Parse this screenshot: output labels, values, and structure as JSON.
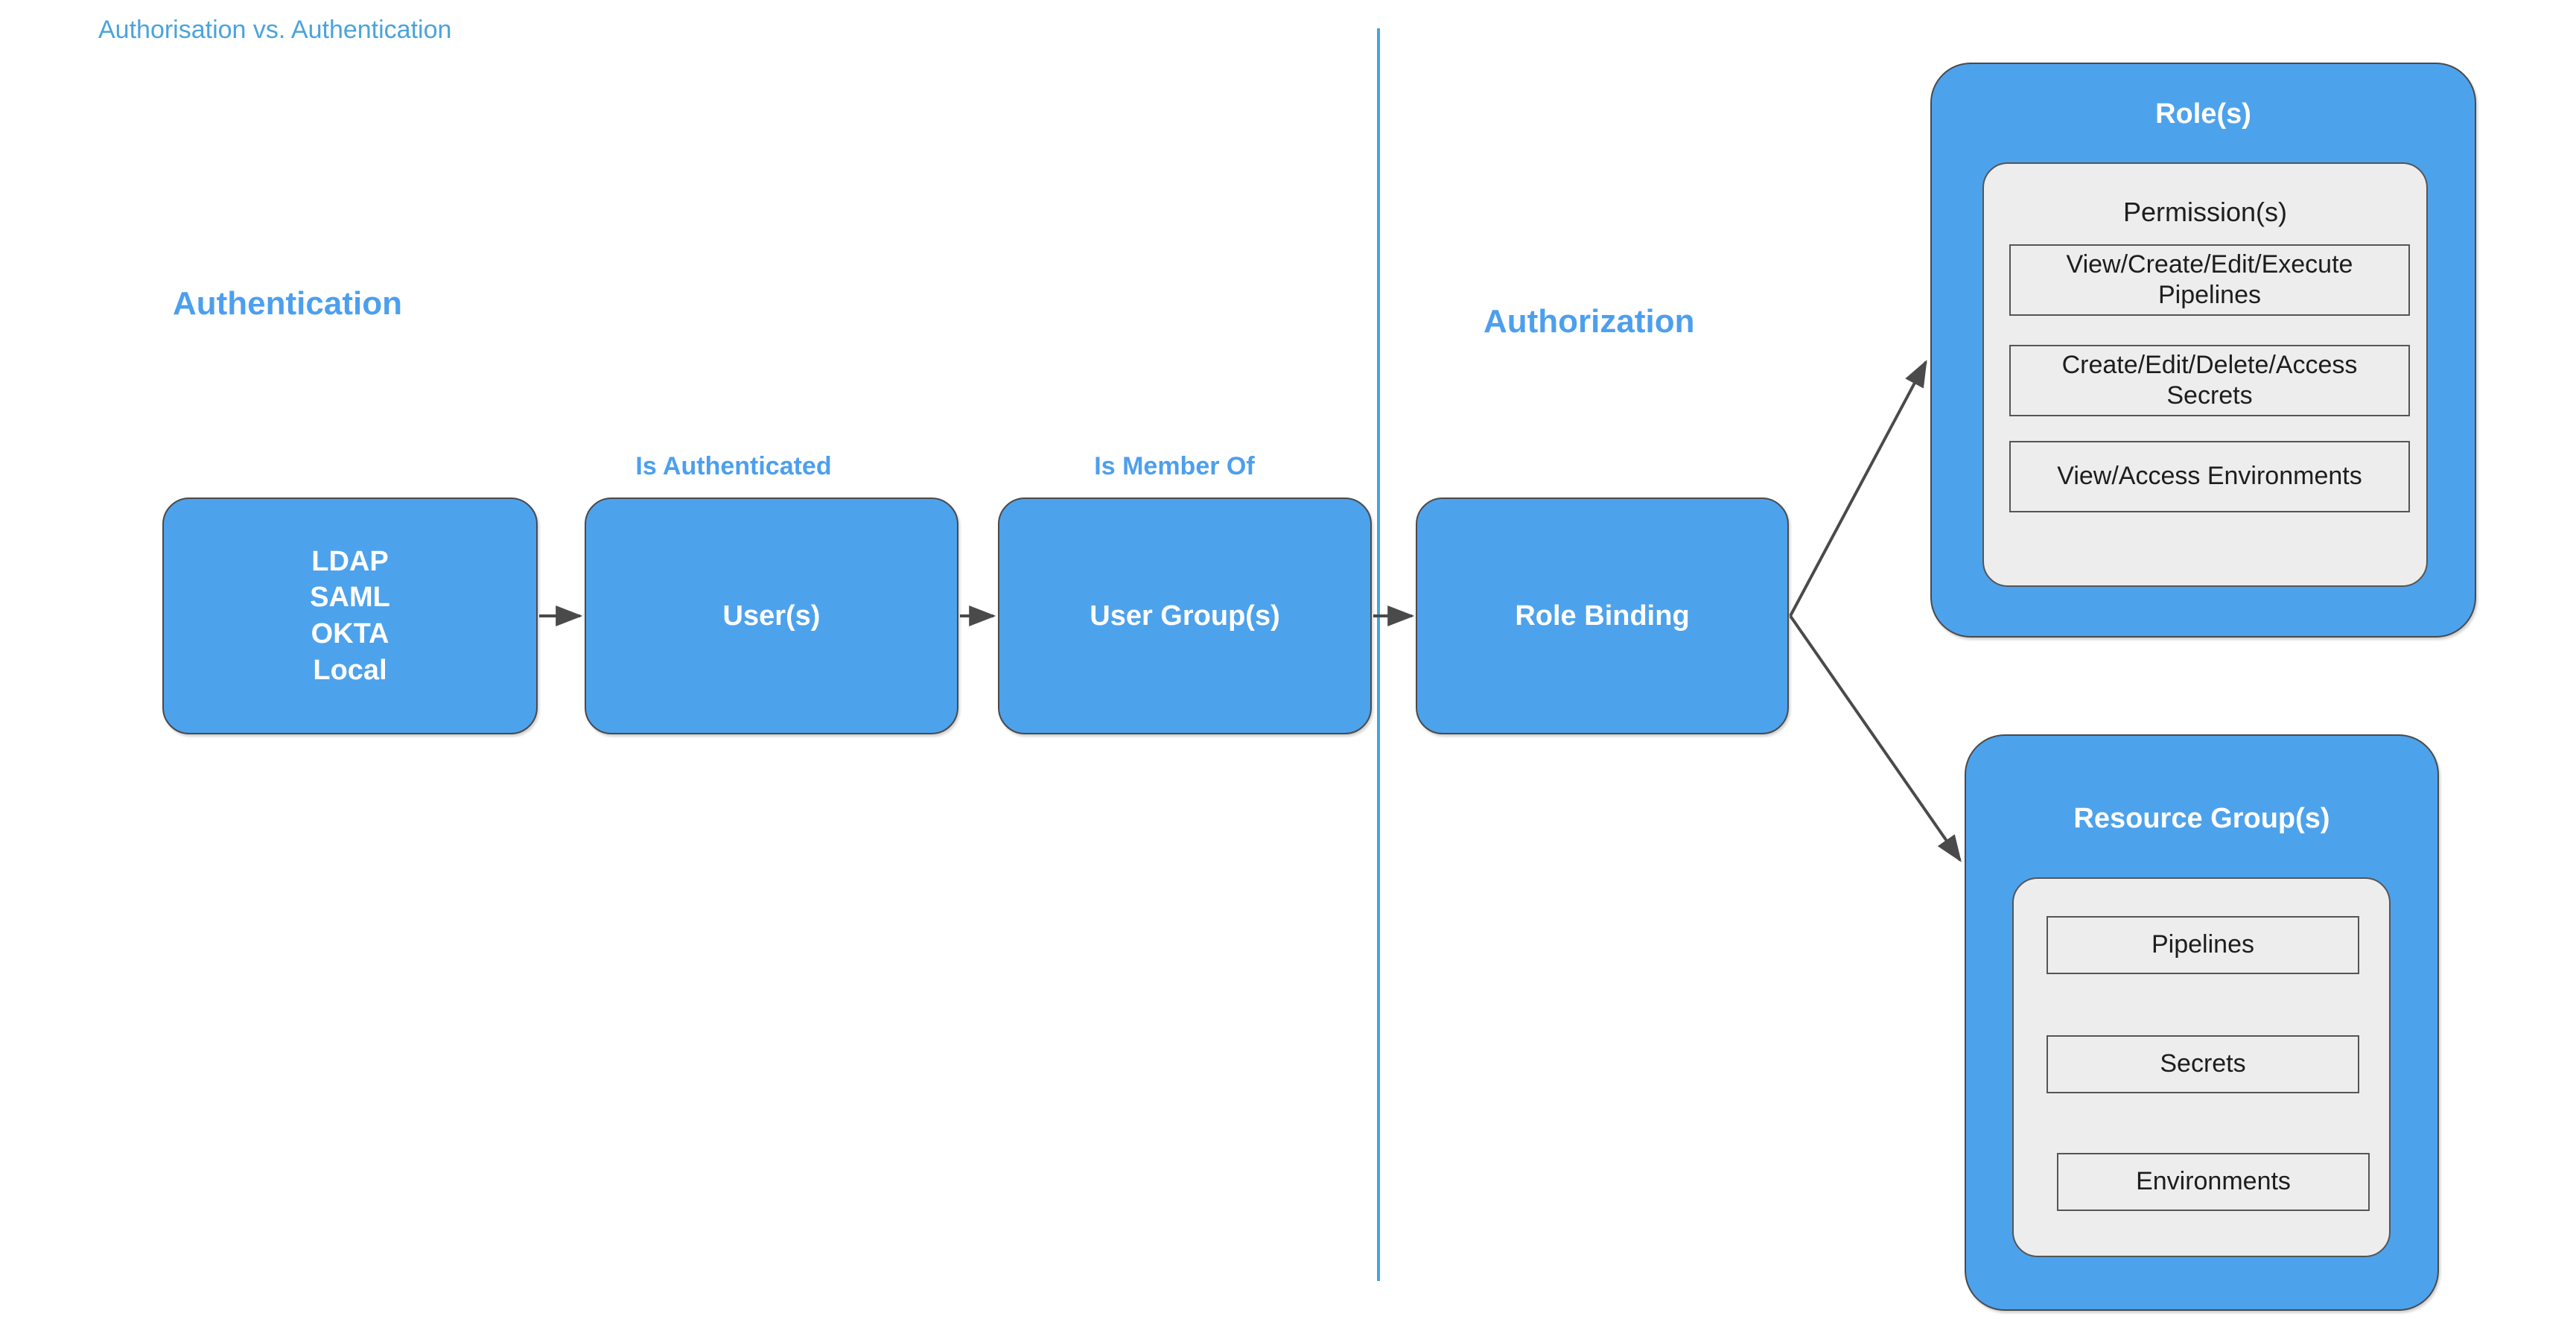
{
  "title": "Authorisation vs. Authentication",
  "sections": {
    "authentication_heading": "Authentication",
    "authorization_heading": "Authorization"
  },
  "edge_labels": {
    "is_authenticated": "Is Authenticated",
    "is_member_of": "Is Member Of"
  },
  "flow": {
    "sources": {
      "lines": [
        "LDAP",
        "SAML",
        "OKTA",
        "Local"
      ]
    },
    "users": "User(s)",
    "user_groups": "User Group(s)",
    "role_binding": "Role Binding"
  },
  "roles_card": {
    "title": "Role(s)",
    "panel_title": "Permission(s)",
    "permissions": [
      "View/Create/Edit/Execute Pipelines",
      "Create/Edit/Delete/Access Secrets",
      "View/Access Environments"
    ]
  },
  "resource_groups_card": {
    "title": "Resource Group(s)",
    "resources": [
      "Pipelines",
      "Secrets",
      "Environments"
    ]
  },
  "colors": {
    "box_blue": "#4da2ec",
    "heading_blue": "#4d9fee",
    "title_blue": "#4aa3dd",
    "panel_grey": "#ededed",
    "outline": "#4a4a4a",
    "divider": "#44a6e0"
  }
}
